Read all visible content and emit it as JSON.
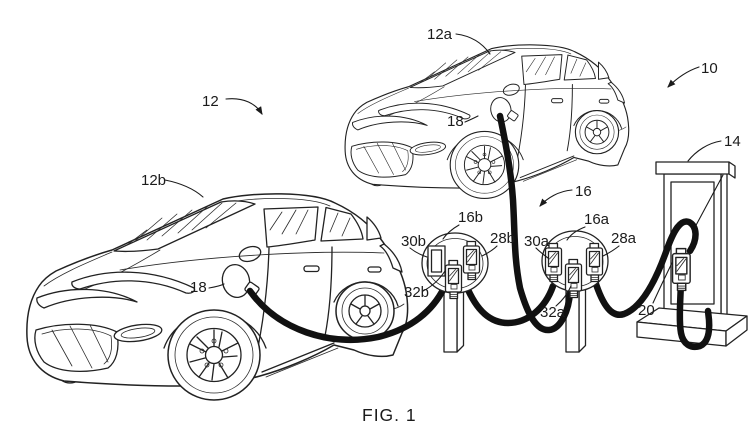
{
  "figure": {
    "caption": "FIG. 1",
    "background_color": "#ffffff",
    "line_color": "#222222",
    "cable_color": "#111111",
    "callouts": {
      "system": "10",
      "vehicles_group": "12",
      "vehicle_a": "12a",
      "vehicle_b": "12b",
      "tower": "14",
      "posts_group": "16",
      "post_a": "16a",
      "post_b": "16b",
      "charge_port_a": "18",
      "charge_port_b": "18",
      "tower_connector": "20",
      "connector_28a": "28a",
      "connector_28b": "28b",
      "receptacle_30a": "30a",
      "receptacle_30b": "30b",
      "connector_32a": "32a",
      "connector_32b": "32b"
    }
  }
}
